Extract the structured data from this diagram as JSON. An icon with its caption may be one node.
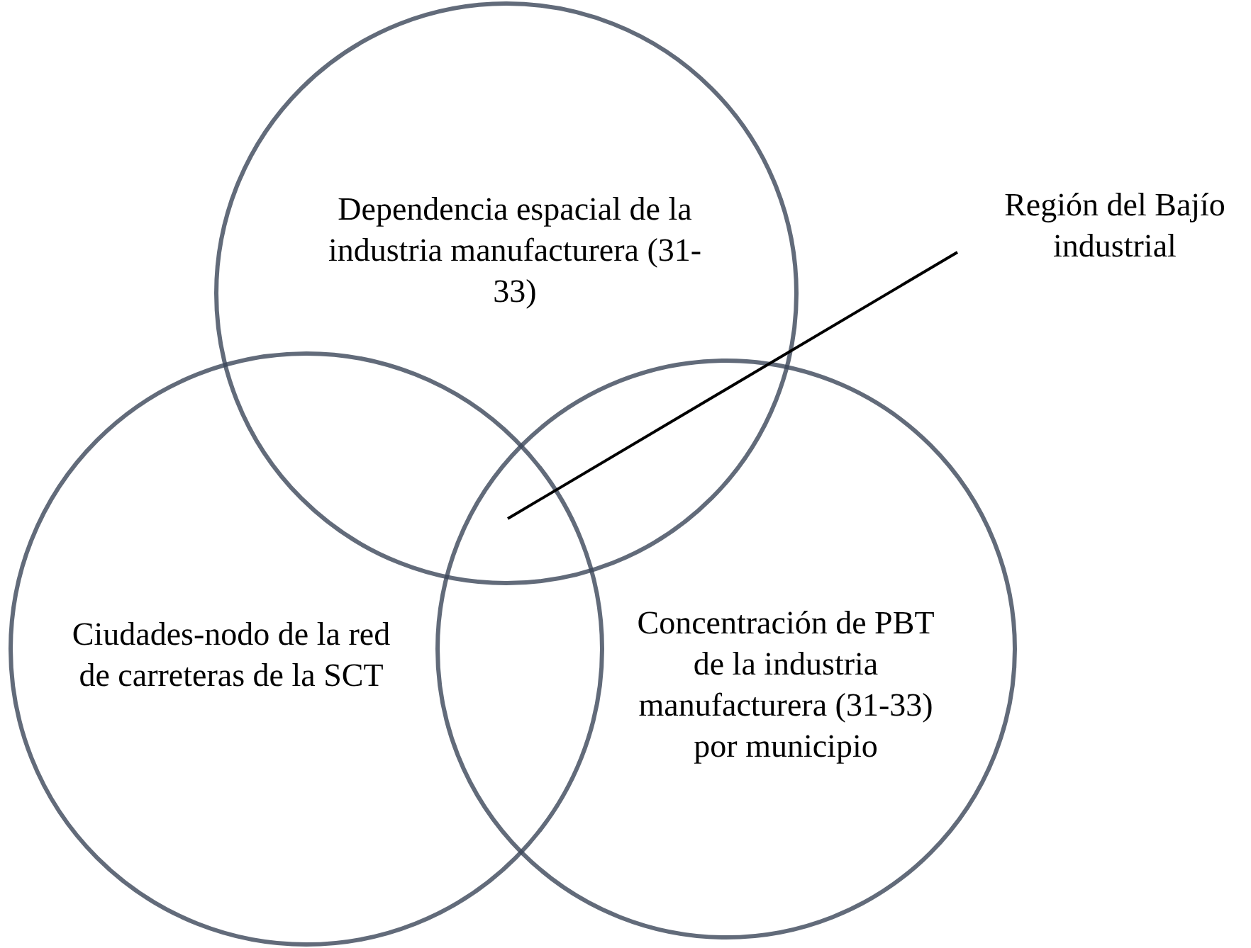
{
  "diagram": {
    "nodes": [
      {
        "text": [
          "Dependencia espacial de la industria manufacturera (31-33)"
        ]
      },
      {
        "text": [
          "Ciudades-nodo de la red de carreteras de la SCT"
        ]
      },
      {
        "text": [
          "Concentración de PBT de la industria manufacturera (31-33) por municipio"
        ]
      },
      {
        "text": [
          "Región del Bajío industrial"
        ]
      }
    ],
    "edges": [
      {
        "from": 3,
        "to": 2,
        "arrow": "none"
      }
    ]
  }
}
